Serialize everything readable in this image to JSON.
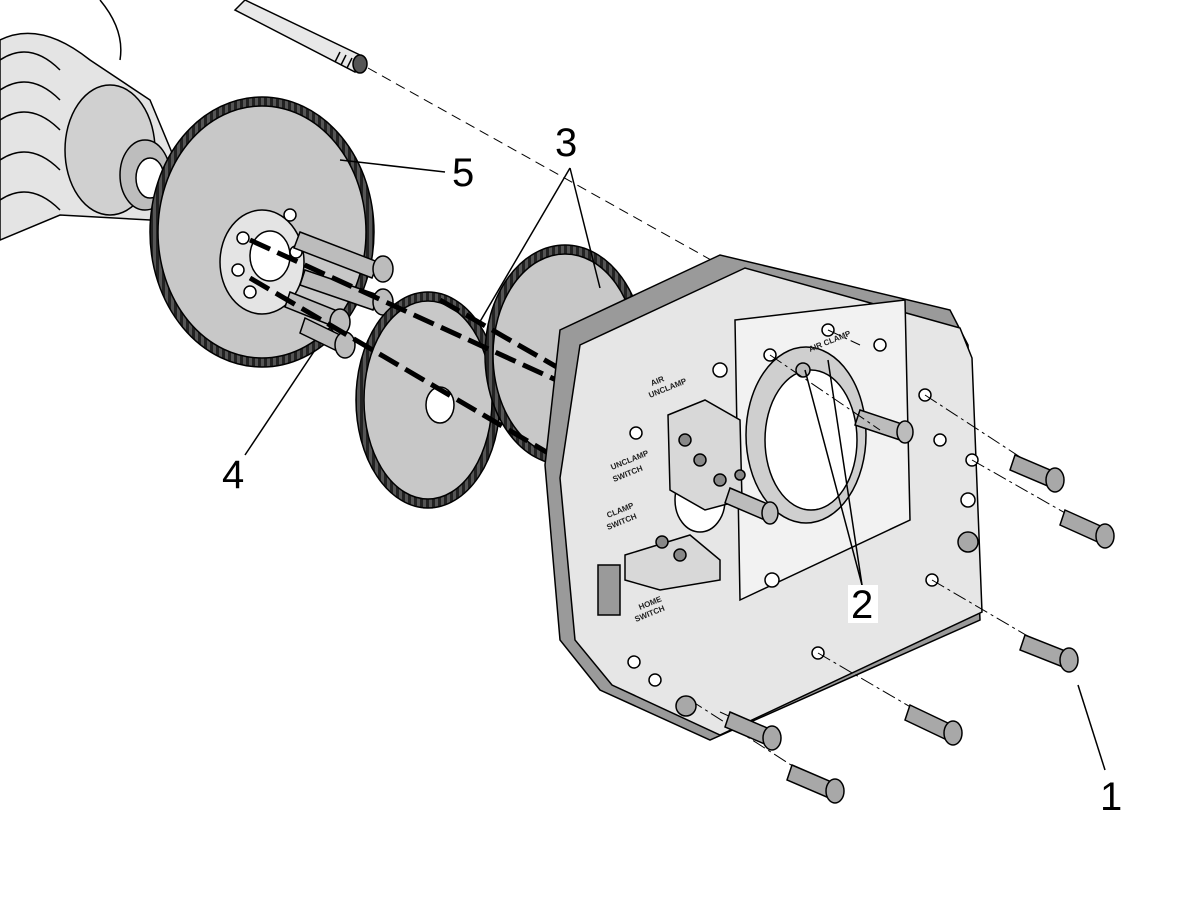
{
  "callouts": {
    "c1": "1",
    "c2": "2",
    "c3": "3",
    "c4": "4",
    "c5": "5"
  },
  "plate_labels": {
    "air_unclamp_1": "AIR",
    "air_unclamp_2": "UNCLAMP",
    "air_clamp": "AIR CLAMP",
    "unclamp_switch_1": "UNCLAMP",
    "unclamp_switch_2": "SWITCH",
    "clamp_switch_1": "CLAMP",
    "clamp_switch_2": "SWITCH",
    "home_switch_1": "HOME",
    "home_switch_2": "SWITCH"
  },
  "colors": {
    "part_fill": "#c8c8c8",
    "part_dark": "#8a8a8a",
    "plate_fill": "#e6e6e6",
    "line": "#000000"
  }
}
